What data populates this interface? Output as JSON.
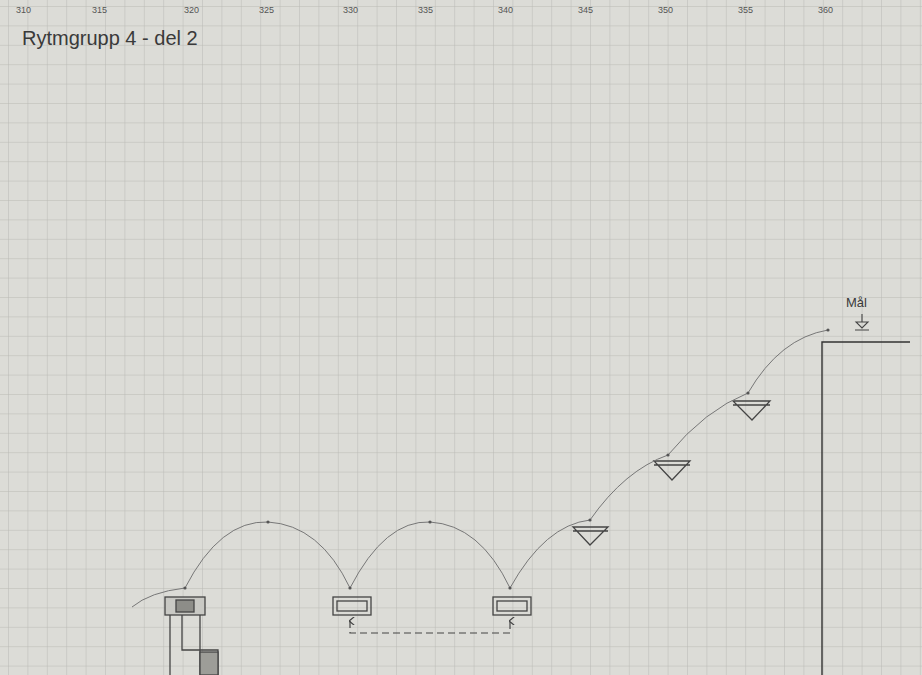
{
  "diagram": {
    "title": "Rytmgrupp 4 - del 2",
    "labels": [
      "310",
      "315",
      "320",
      "325",
      "330",
      "335",
      "340",
      "345",
      "350",
      "355",
      "360",
      "Mål"
    ]
  }
}
